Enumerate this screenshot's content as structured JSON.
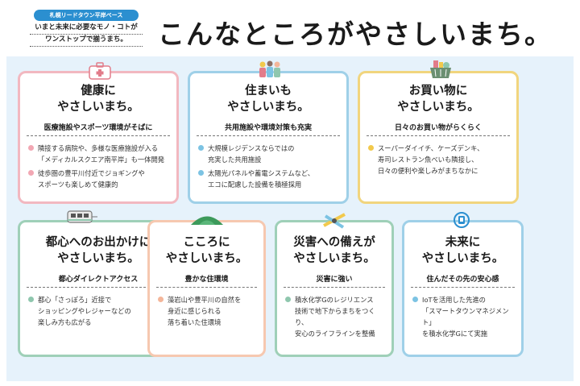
{
  "header": {
    "tag": "札幌リードタウン平岸ベース",
    "sub_line1": "いまと未来に必要なモノ・コトが",
    "sub_line2": "ワンストップで揃うまち。",
    "title": "こんなところがやさしいまち。"
  },
  "colors": {
    "pink": "#f2b8c0",
    "blue": "#7cc3e3",
    "yellow": "#f2c94c",
    "green": "#8fc7ae",
    "peach": "#f4b69a",
    "panel": "#e6f2fb"
  },
  "cards": [
    {
      "title_line1": "健康に",
      "title_line2": "やさしいまち。",
      "subtitle": "医療施設やスポーツ環境がそばに",
      "icon": "medical-kit-icon",
      "bullets": [
        "隣接する病院や、多様な医療施設が入る\n「メディカルスクエア南平岸」も一体開発",
        "徒歩圏の豊平川付近でジョギングや\nスポーツも楽しめて健康的"
      ]
    },
    {
      "title_line1": "住まいも",
      "title_line2": "やさしいまち。",
      "subtitle": "共用施設や環境対策も充実",
      "icon": "residents-icon",
      "bullets": [
        "大規模レジデンスならではの\n充実した共用施設",
        "太陽光パネルや蓄電システムなど、\nエコに配慮した設備を積極採用"
      ]
    },
    {
      "title_line1": "お買い物に",
      "title_line2": "やさしいまち。",
      "subtitle": "日々のお買い物がらくらく",
      "icon": "shopping-basket-icon",
      "bullets": [
        "スーパーダイイチ、ケーズデンキ、\n寿司レストラン魚べいも隣接し、\n日々の便利や楽しみがまちなかに"
      ]
    },
    {
      "title_line1": "都心へのお出かけに",
      "title_line2": "やさしいまち。",
      "subtitle": "都心ダイレクトアクセス",
      "icon": "subway-train-icon",
      "bullets": [
        "都心「さっぽろ」近接で\nショッピングやレジャーなどの\n楽しみ方も広がる"
      ]
    },
    {
      "title_line1": "こころに",
      "title_line2": "やさしいまち。",
      "subtitle": "豊かな住環境",
      "icon": "green-hill-icon",
      "bullets": [
        "藻岩山や豊平川の自然を\n身近に感じられる\n落ち着いた住環境"
      ]
    },
    {
      "title_line1": "災害への備えが",
      "title_line2": "やさしいまち。",
      "subtitle": "災害に強い",
      "icon": "pipeline-icon",
      "bullets": [
        "積水化学Gのレジリエンス\n技術で地下からまちをつくり、\n安心のライフラインを整備"
      ]
    },
    {
      "title_line1": "未来に",
      "title_line2": "やさしいまち。",
      "subtitle": "住んだその先の安心感",
      "icon": "iot-device-icon",
      "bullets": [
        "IoTを活用した先進の\n「スマートタウンマネジメント」\nを積水化学Gにて実施"
      ]
    }
  ]
}
